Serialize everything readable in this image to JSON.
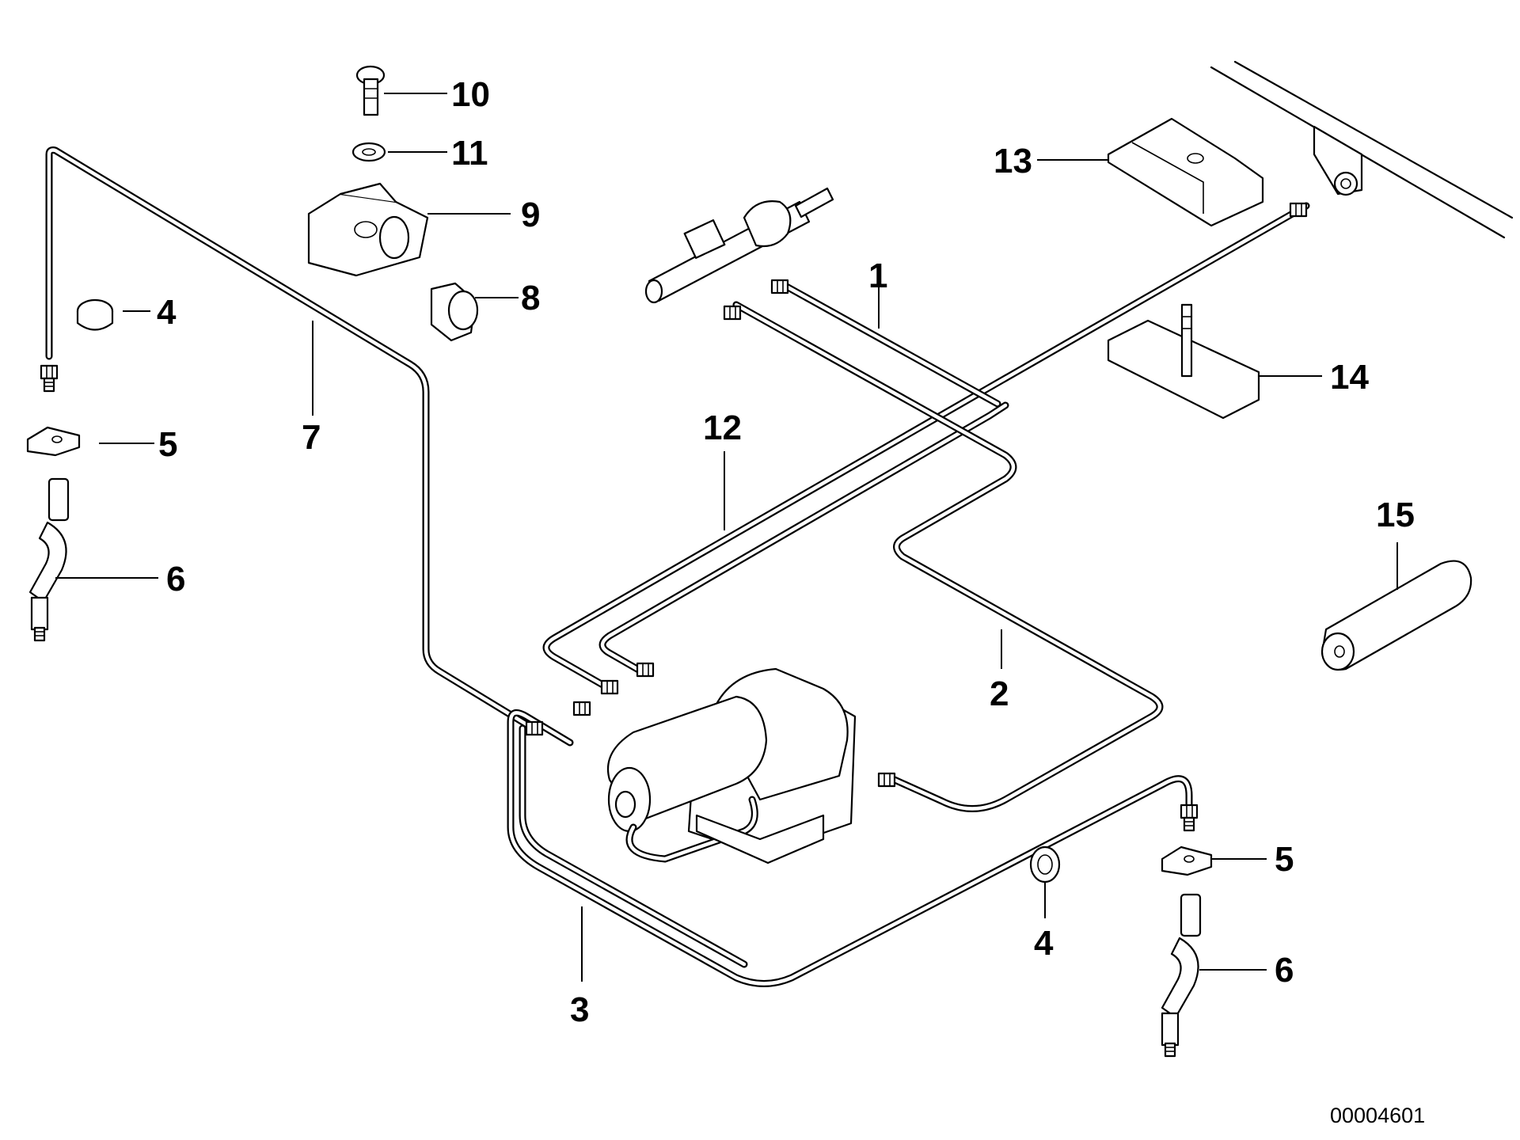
{
  "callouts": {
    "c1": "1",
    "c2": "2",
    "c3": "3",
    "c4a": "4",
    "c4b": "4",
    "c5a": "5",
    "c5b": "5",
    "c6a": "6",
    "c6b": "6",
    "c7": "7",
    "c8": "8",
    "c9": "9",
    "c10": "10",
    "c11": "11",
    "c12": "12",
    "c13": "13",
    "c14": "14",
    "c15": "15"
  },
  "document_number": "00004601"
}
